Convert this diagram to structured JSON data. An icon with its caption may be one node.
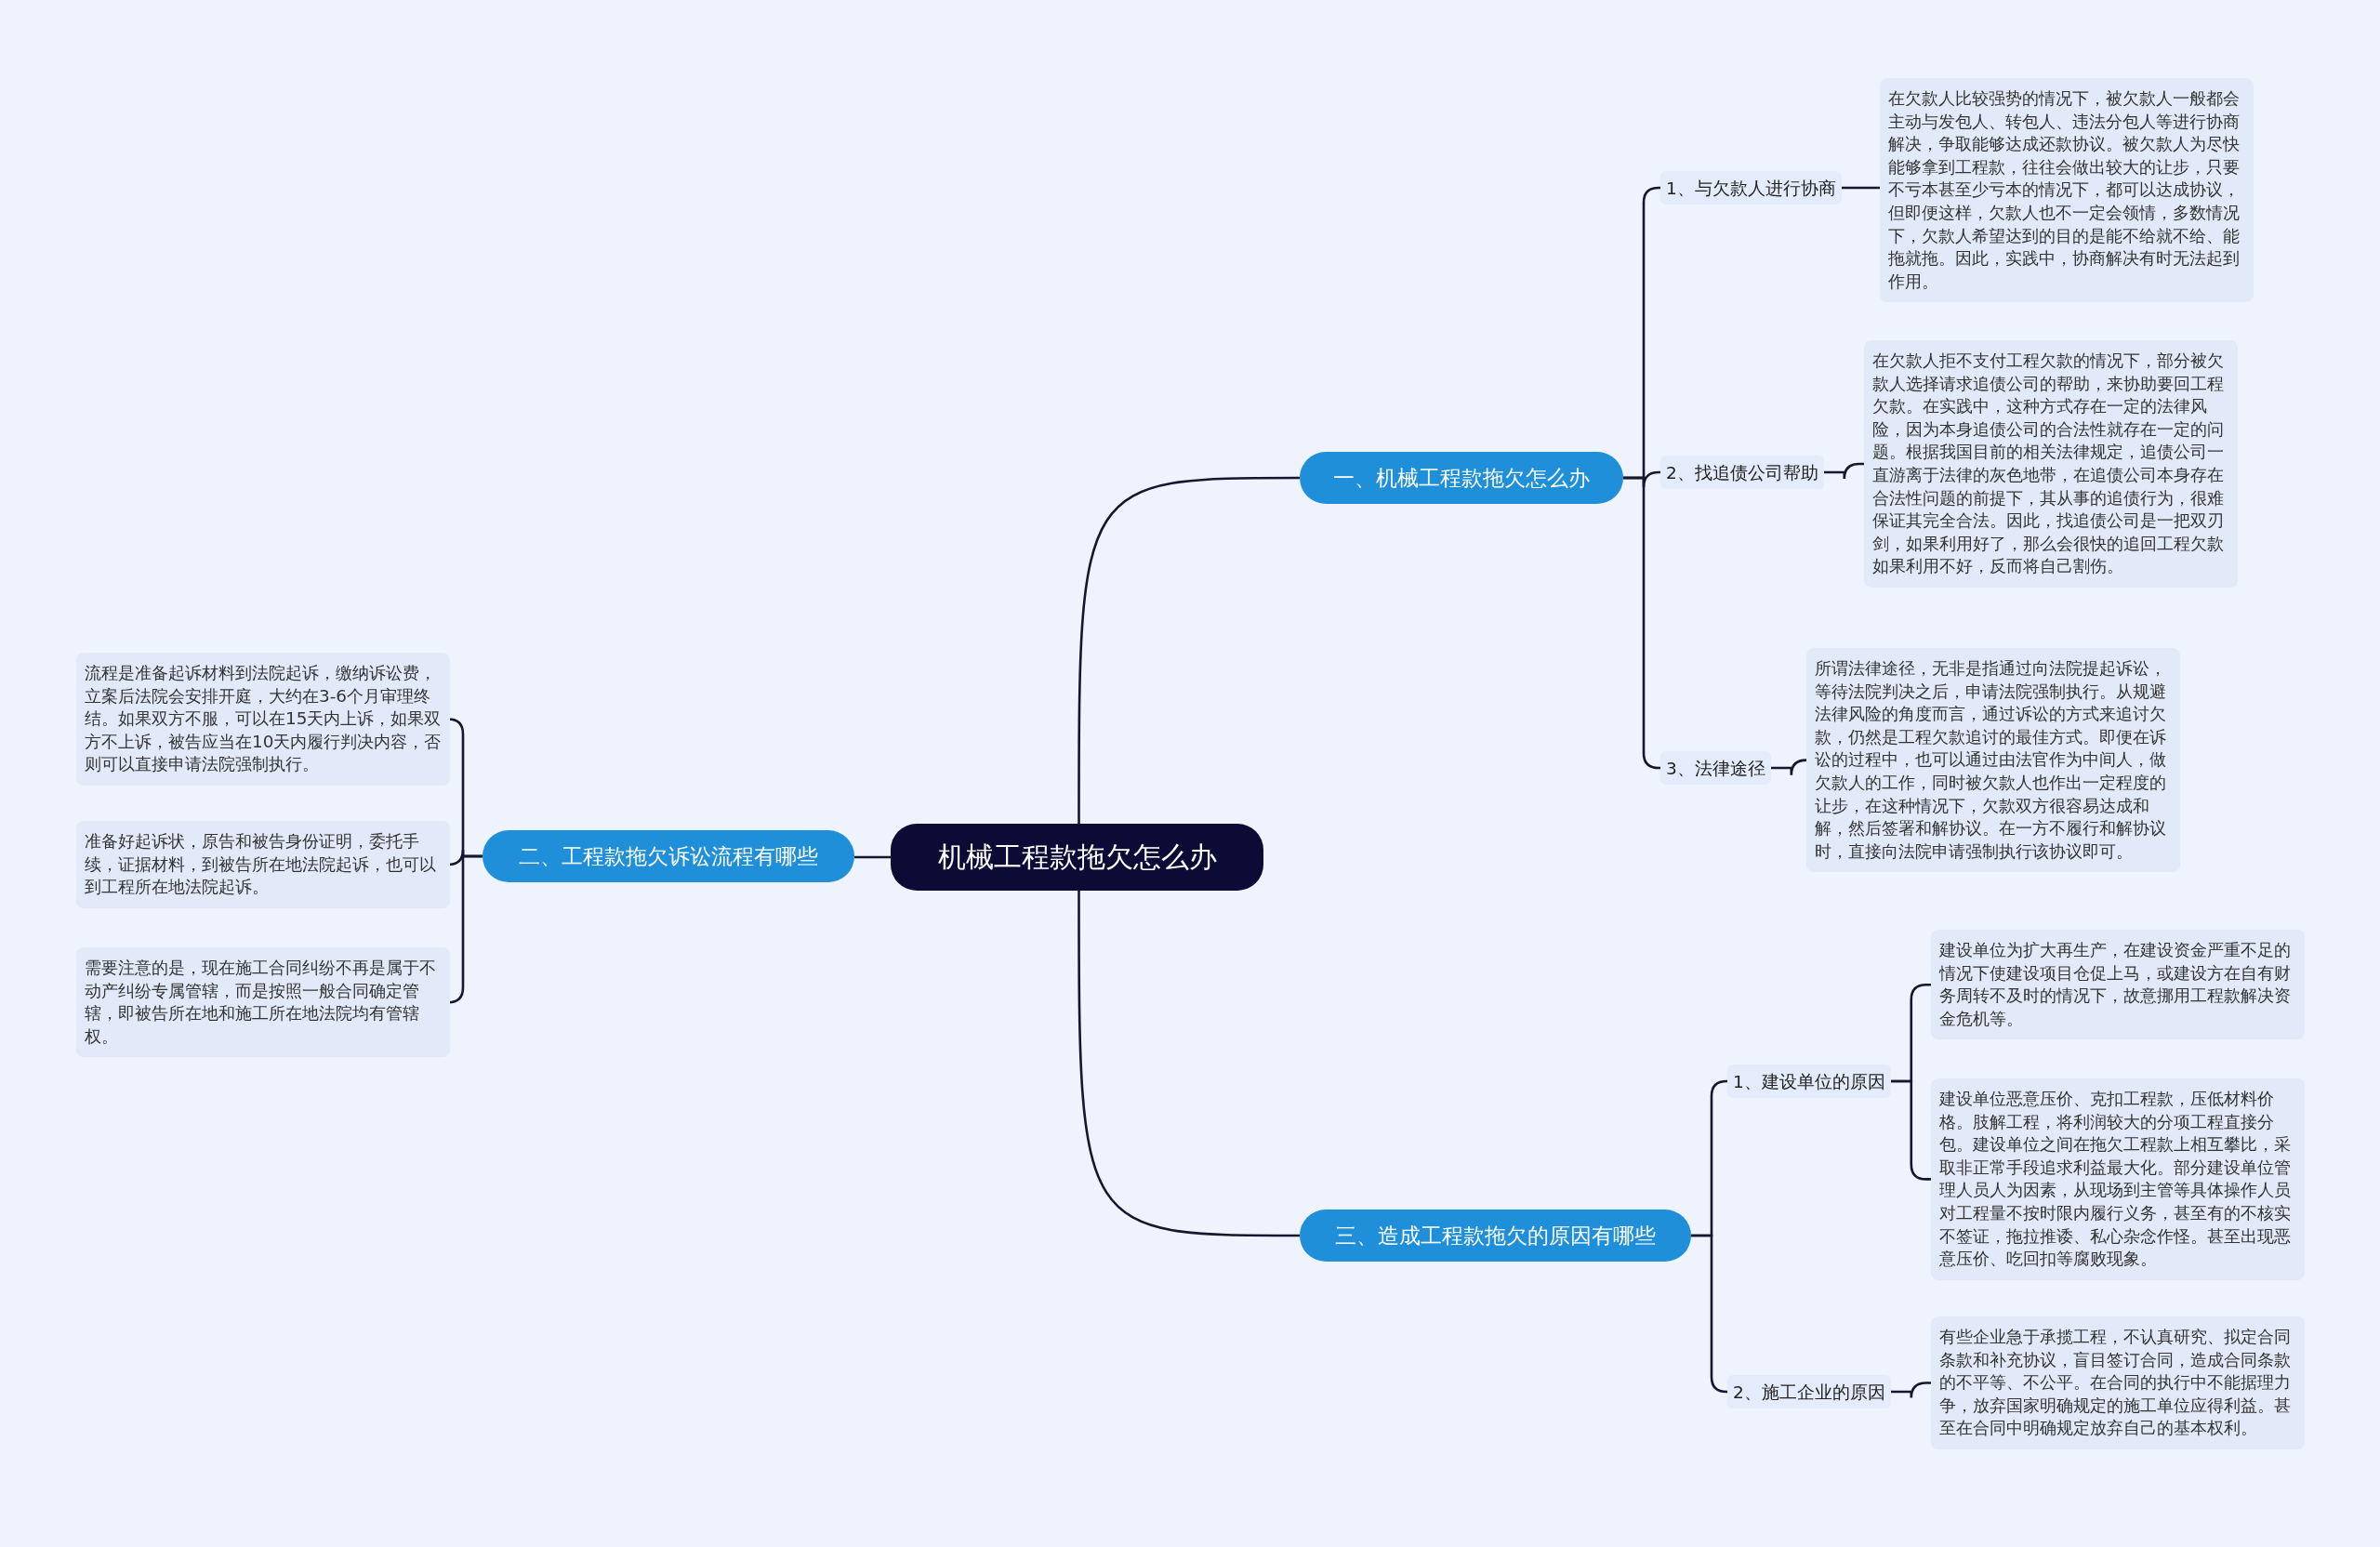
{
  "diagram": {
    "nodes": [
      {
        "text": [
          "机械工程款拖欠怎么办"
        ]
      },
      {
        "text": [
          "一、机械工程款拖欠怎么办"
        ]
      },
      {
        "text": [
          "1、与欠款人进行协商"
        ]
      },
      {
        "text": [
          "在欠款人比较强势的情况下，被欠款人一般都会主动与发包人、转包人、违法分包人等进行协商解决，争取能够达成还款协议。被欠款人为尽快能够拿到工程款，往往会做出较大的让步，只要不亏本甚至少亏本的情况下，都可以达成协议，但即便这样，欠款人也不一定会领情，多数情况下，欠款人希望达到的目的是能不给就不给、能拖就拖。因此，实践中，协商解决有时无法起到作用。"
        ]
      },
      {
        "text": [
          "2、找追债公司帮助"
        ]
      },
      {
        "text": [
          "在欠款人拒不支付工程欠款的情况下，部分被欠款人选择请求追债公司的帮助，来协助要回工程欠款。在实践中，这种方式存在一定的法律风险，因为本身追债公司的合法性就存在一定的问题。根据我国目前的相关法律规定，追债公司一直游离于法律的灰色地带，在追债公司本身存在合法性问题的前提下，其从事的追债行为，很难保证其完全合法。因此，找追债公司是一把双刃剑，如果利用好了，那么会很快的追回工程欠款如果利用不好，反而将自己割伤。"
        ]
      },
      {
        "text": [
          "3、法律途径"
        ]
      },
      {
        "text": [
          "所谓法律途径，无非是指通过向法院提起诉讼，等待法院判决之后，申请法院强制执行。从规避法律风险的角度而言，通过诉讼的方式来追讨欠款，仍然是工程欠款追讨的最佳方式。即便在诉讼的过程中，也可以通过由法官作为中间人，做欠款人的工作，同时被欠款人也作出一定程度的让步，在这种情况下，欠款双方很容易达成和解，然后签署和解协议。在一方不履行和解协议时，直接向法院申请强制执行该协议即可。"
        ]
      },
      {
        "text": [
          "二、工程款拖欠诉讼流程有哪些"
        ]
      },
      {
        "text": [
          "流程是准备起诉材料到法院起诉，缴纳诉讼费，立案后法院会安排开庭，大约在3-6个月审理终结。如果双方不服，可以在15天内上诉，如果双方不上诉，被告应当在10天内履行判决内容，否则可以直接申请法院强制执行。"
        ]
      },
      {
        "text": [
          "准备好起诉状，原告和被告身份证明，委托手续，证据材料，到被告所在地法院起诉，也可以到工程所在地法院起诉。"
        ]
      },
      {
        "text": [
          "需要注意的是，现在施工合同纠纷不再是属于不动产纠纷专属管辖，而是按照一般合同确定管辖，即被告所在地和施工所在地法院均有管辖权。"
        ]
      },
      {
        "text": [
          "三、造成工程款拖欠的原因有哪些"
        ]
      },
      {
        "text": [
          "1、建设单位的原因"
        ]
      },
      {
        "text": [
          "建设单位为扩大再生产，在建设资金严重不足的情况下使建设项目仓促上马，或建设方在自有财务周转不及时的情况下，故意挪用工程款解决资金危机等。"
        ]
      },
      {
        "text": [
          "建设单位恶意压价、克扣工程款，压低材料价格。肢解工程，将利润较大的分项工程直接分包。建设单位之间在拖欠工程款上相互攀比，采取非正常手段追求利益最大化。部分建设单位管理人员人为因素，从现场到主管等具体操作人员对工程量不按时限内履行义务，甚至有的不核实不签证，拖拉推诿、私心杂念作怪。甚至出现恶意压价、吃回扣等腐败现象。"
        ]
      },
      {
        "text": [
          "2、施工企业的原因"
        ]
      },
      {
        "text": [
          "有些企业急于承揽工程，不认真研究、拟定合同条款和补充协议，盲目签订合同，造成合同条款的不平等、不公平。在合同的执行中不能据理力争，放弃国家明确规定的施工单位应得利益。甚至在合同中明确规定放弃自己的基本权利。"
        ]
      }
    ],
    "edges": [
      {
        "from": 0,
        "to": 1,
        "arrow": "none"
      },
      {
        "from": 1,
        "to": 2,
        "arrow": "none"
      },
      {
        "from": 2,
        "to": 3,
        "arrow": "none"
      },
      {
        "from": 1,
        "to": 4,
        "arrow": "none"
      },
      {
        "from": 4,
        "to": 5,
        "arrow": "none"
      },
      {
        "from": 1,
        "to": 6,
        "arrow": "none"
      },
      {
        "from": 6,
        "to": 7,
        "arrow": "none"
      },
      {
        "from": 0,
        "to": 8,
        "arrow": "none"
      },
      {
        "from": 8,
        "to": 9,
        "arrow": "none"
      },
      {
        "from": 8,
        "to": 10,
        "arrow": "none"
      },
      {
        "from": 8,
        "to": 11,
        "arrow": "none"
      },
      {
        "from": 0,
        "to": 12,
        "arrow": "none"
      },
      {
        "from": 12,
        "to": 13,
        "arrow": "none"
      },
      {
        "from": 13,
        "to": 14,
        "arrow": "none"
      },
      {
        "from": 13,
        "to": 15,
        "arrow": "none"
      },
      {
        "from": 12,
        "to": 16,
        "arrow": "none"
      },
      {
        "from": 16,
        "to": 17,
        "arrow": "none"
      }
    ]
  }
}
